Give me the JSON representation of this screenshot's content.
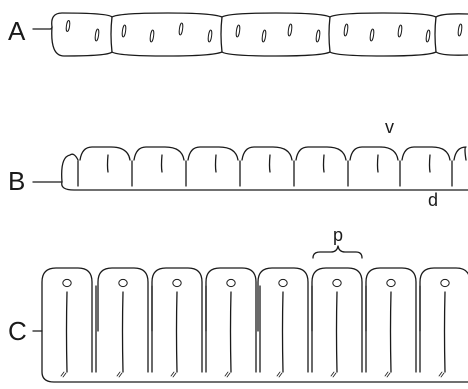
{
  "figure": {
    "rows": [
      {
        "id": "A",
        "label": "A"
      },
      {
        "id": "B",
        "label": "B"
      },
      {
        "id": "C",
        "label": "C"
      }
    ],
    "annotations": {
      "v_label": "v",
      "d_label": "d",
      "p_label": "p"
    },
    "colors": {
      "ink": "#1a1a1a",
      "background": "#ffffff"
    }
  }
}
